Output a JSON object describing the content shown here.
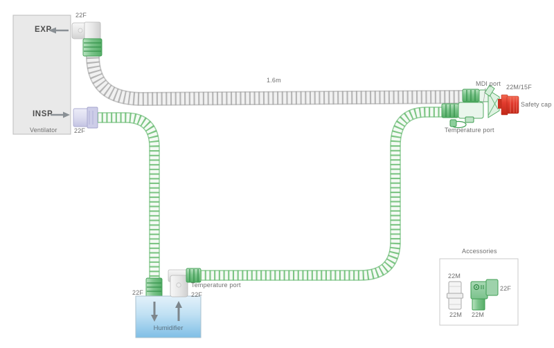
{
  "ventilator": {
    "exp_label": "EXP",
    "insp_label": "INSP",
    "caption": "Ventilator",
    "exp_port_size": "22F",
    "insp_port_size": "22F"
  },
  "circuit": {
    "expiratory_limb_length": "1.6m"
  },
  "patient_end": {
    "mdi_port_label": "MDI port",
    "connector_size": "22M/15F",
    "safety_cap_label": "Safety cap",
    "temperature_port_label": "Temperature port"
  },
  "humidifier": {
    "caption": "Humidifier",
    "temperature_port_label": "Temperature port",
    "temperature_port_size": "22F",
    "inlet_port_size": "22F"
  },
  "accessories": {
    "title": "Accessories",
    "straight_adapter": {
      "top_size": "22M",
      "bottom_size": "22M"
    },
    "elbow_adapter": {
      "side_size": "22F",
      "bottom_size": "22M"
    }
  },
  "colors": {
    "circuit_green": "#3f9e53",
    "tube_ring_green": "#67bb70",
    "safety_cap_red": "#e23b2e",
    "humidifier_blue": "#8fc6e8",
    "connector_lavender": "#cdcde8",
    "tube_ring_gray": "#9f9f9f",
    "label_gray": "#6e6e6e"
  }
}
